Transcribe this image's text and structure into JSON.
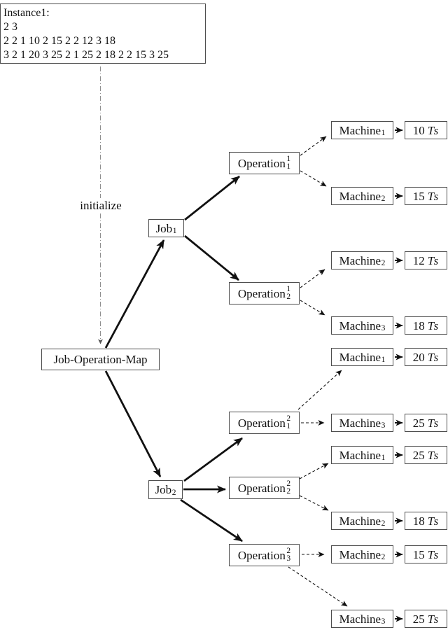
{
  "diagram": {
    "instance_box": {
      "lines": [
        "Instance1:",
        "2 3",
        "2 2 1 10 2 15 2 2 12 3 18",
        "3 2 1 20 3 25 2 1 25 2 18 2 2 15 3 25"
      ]
    },
    "initialize_label": "initialize",
    "root_label": "Job-Operation-Map",
    "jobs": [
      {
        "base": "Job",
        "sub": "1"
      },
      {
        "base": "Job",
        "sub": "2"
      }
    ],
    "operations": [
      {
        "base": "Operation",
        "sup": "1",
        "sub": "1",
        "parent_job": "Job1"
      },
      {
        "base": "Operation",
        "sup": "1",
        "sub": "2",
        "parent_job": "Job1"
      },
      {
        "base": "Operation",
        "sup": "2",
        "sub": "1",
        "parent_job": "Job2"
      },
      {
        "base": "Operation",
        "sup": "2",
        "sub": "2",
        "parent_job": "Job2"
      },
      {
        "base": "Operation",
        "sup": "2",
        "sub": "3",
        "parent_job": "Job2"
      }
    ],
    "machine_rows": [
      {
        "base": "Machine",
        "sub": "1",
        "time": "10",
        "unit": "Ts",
        "operation": "Operation 1 of Job 1"
      },
      {
        "base": "Machine",
        "sub": "2",
        "time": "15",
        "unit": "Ts",
        "operation": "Operation 1 of Job 1"
      },
      {
        "base": "Machine",
        "sub": "2",
        "time": "12",
        "unit": "Ts",
        "operation": "Operation 2 of Job 1"
      },
      {
        "base": "Machine",
        "sub": "3",
        "time": "18",
        "unit": "Ts",
        "operation": "Operation 2 of Job 1"
      },
      {
        "base": "Machine",
        "sub": "1",
        "time": "20",
        "unit": "Ts",
        "operation": "Operation 1 of Job 2"
      },
      {
        "base": "Machine",
        "sub": "3",
        "time": "25",
        "unit": "Ts",
        "operation": "Operation 1 of Job 2"
      },
      {
        "base": "Machine",
        "sub": "1",
        "time": "25",
        "unit": "Ts",
        "operation": "Operation 2 of Job 2"
      },
      {
        "base": "Machine",
        "sub": "2",
        "time": "18",
        "unit": "Ts",
        "operation": "Operation 2 of Job 2"
      },
      {
        "base": "Machine",
        "sub": "2",
        "time": "15",
        "unit": "Ts",
        "operation": "Operation 3 of Job 2"
      },
      {
        "base": "Machine",
        "sub": "3",
        "time": "25",
        "unit": "Ts",
        "operation": "Operation 3 of Job 2"
      }
    ],
    "colors": {
      "background": "#ffffff",
      "box_border": "#4d4d4d",
      "edge": "#111111",
      "dashdot_edge": "#8f8f8f",
      "text": "#111111"
    }
  }
}
